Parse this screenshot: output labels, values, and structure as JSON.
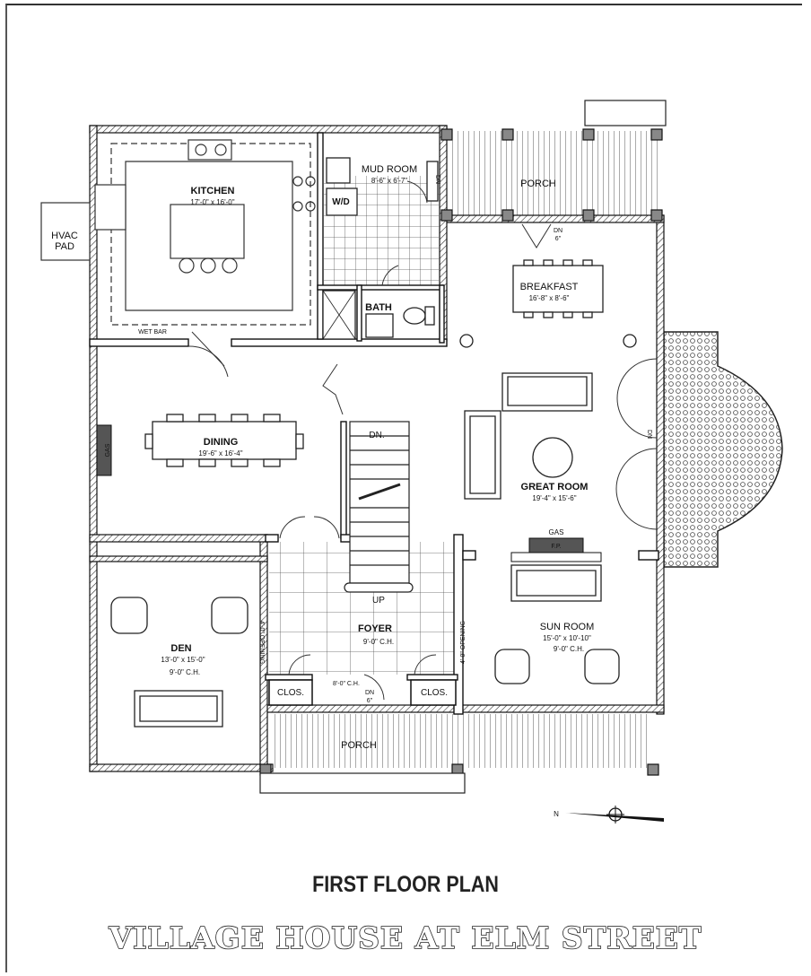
{
  "plan": {
    "rooms": {
      "kitchen": {
        "name": "KITCHEN",
        "dims": "17'-0\" x 16'-0\""
      },
      "wet_bar": "WET BAR",
      "mud_room": {
        "name": "MUD ROOM",
        "dims": "8'-6\" x 6'-7\""
      },
      "wd": "W/D",
      "bath": "BATH",
      "porch_top": "PORCH",
      "breakfast": {
        "name": "BREAKFAST",
        "dims": "16'-8\" x 8'-6\""
      },
      "hvac": {
        "line1": "HVAC",
        "line2": "PAD"
      },
      "dining": {
        "name": "DINING",
        "dims": "19'-6\" x 16'-4\""
      },
      "gas_fp_left": {
        "line1": "GAS",
        "line2": "F.P."
      },
      "great_room": {
        "name": "GREAT ROOM",
        "dims": "19'-4\" x 15'-6\""
      },
      "gas_fp_right": {
        "line1": "GAS",
        "line2": "F.P."
      },
      "dn_stair": "DN.",
      "up_stair": "UP",
      "dn_breakfast": {
        "line1": "DN",
        "line2": "6\""
      },
      "dn_mud": {
        "line1": "DN",
        "line2": "6\""
      },
      "dn_side": "DN",
      "den": {
        "name": "DEN",
        "dims": "13'-0\" x 15'-0\"",
        "ceiling": "9'-0\" C.H."
      },
      "foyer": {
        "name": "FOYER",
        "ceiling": "9'-0\" C.H."
      },
      "sun_room": {
        "name": "SUN ROOM",
        "dims": "15'-0\" x 10'-10\"",
        "ceiling": "9'-0\" C.H."
      },
      "opening_left": "4'-0\" OPENING",
      "opening_right": "4'-0\" OPENING",
      "clos_left": "CLOS.",
      "clos_right": "CLOS.",
      "entry_ceiling": "8'-0\" C.H.",
      "dn_entry": {
        "line1": "DN",
        "line2": "6\""
      },
      "porch_bottom": "PORCH",
      "north": "N"
    },
    "title": "FIRST FLOOR PLAN",
    "house_name": "VILLAGE HOUSE AT ELM STREET"
  }
}
